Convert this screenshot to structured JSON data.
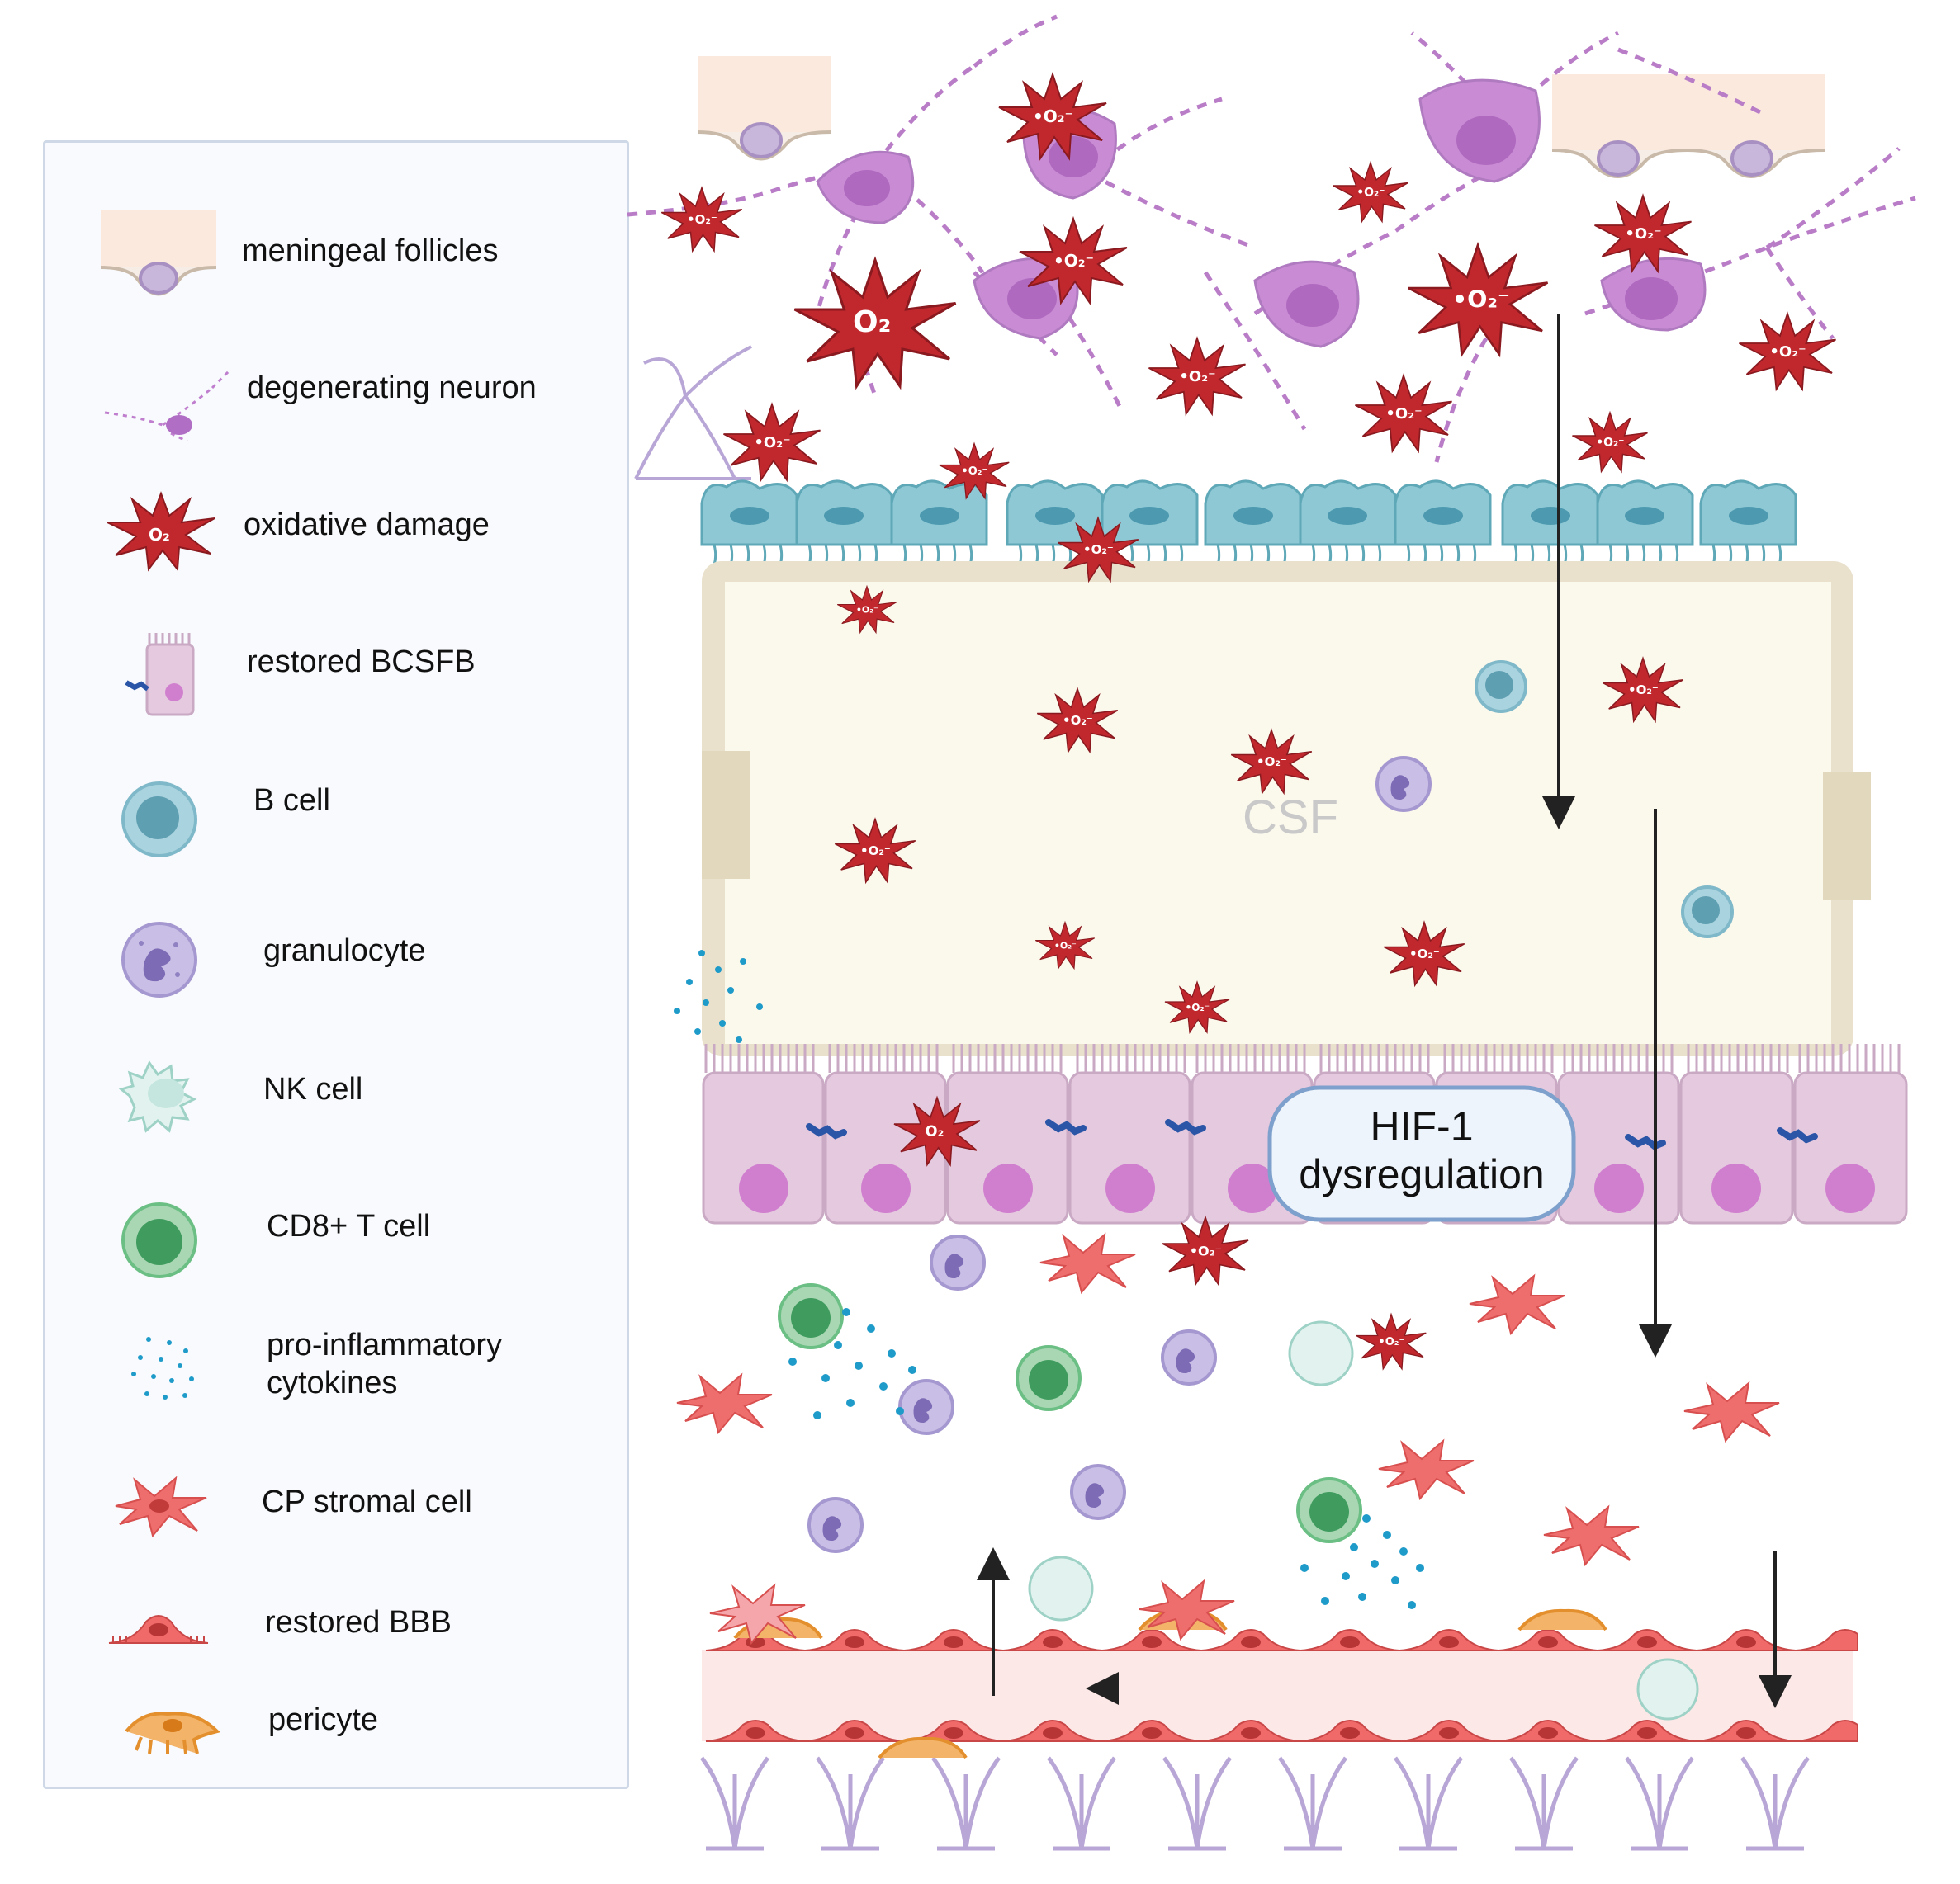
{
  "legend": {
    "items": [
      {
        "icon": "meningeal-follicle-icon",
        "label": "meningeal follicles"
      },
      {
        "icon": "degenerating-neuron-icon",
        "label": "degenerating neuron"
      },
      {
        "icon": "oxidative-damage-icon",
        "label": "oxidative damage"
      },
      {
        "icon": "bcsfb-cell-icon",
        "label": "restored BCSFB"
      },
      {
        "icon": "b-cell-icon",
        "label": "B cell"
      },
      {
        "icon": "granulocyte-icon",
        "label": "granulocyte"
      },
      {
        "icon": "nk-cell-icon",
        "label": "NK cell"
      },
      {
        "icon": "cd8-t-cell-icon",
        "label": "CD8+ T cell"
      },
      {
        "icon": "cytokines-icon",
        "label": "pro-inflammatory\ncytokines"
      },
      {
        "icon": "cp-stromal-cell-icon",
        "label": "CP stromal cell"
      },
      {
        "icon": "bbb-endothelial-icon",
        "label": "restored BBB"
      },
      {
        "icon": "pericyte-icon",
        "label": "pericyte"
      }
    ]
  },
  "scene": {
    "csf_label": "CSF",
    "hif_box": {
      "line1": "HIF-1",
      "line2": "dysregulation"
    },
    "o2_symbol": "O₂",
    "o2_radical_symbol": "•O₂⁻"
  },
  "colors": {
    "oxidative": "#c0282e",
    "neuron": "#b97cc7",
    "ependymal": "#8ec8d4",
    "csf_fill": "#fbf8ec",
    "bcsfb": "#e5c9df",
    "stromal": "#ee6d6d",
    "pericyte": "#f3a94d",
    "bbb": "#f06a6a",
    "b_cell": "#7fb8c9",
    "granulocyte": "#b6a8d6",
    "cd8": "#6bbf84",
    "cytokine": "#1f9bc9"
  }
}
